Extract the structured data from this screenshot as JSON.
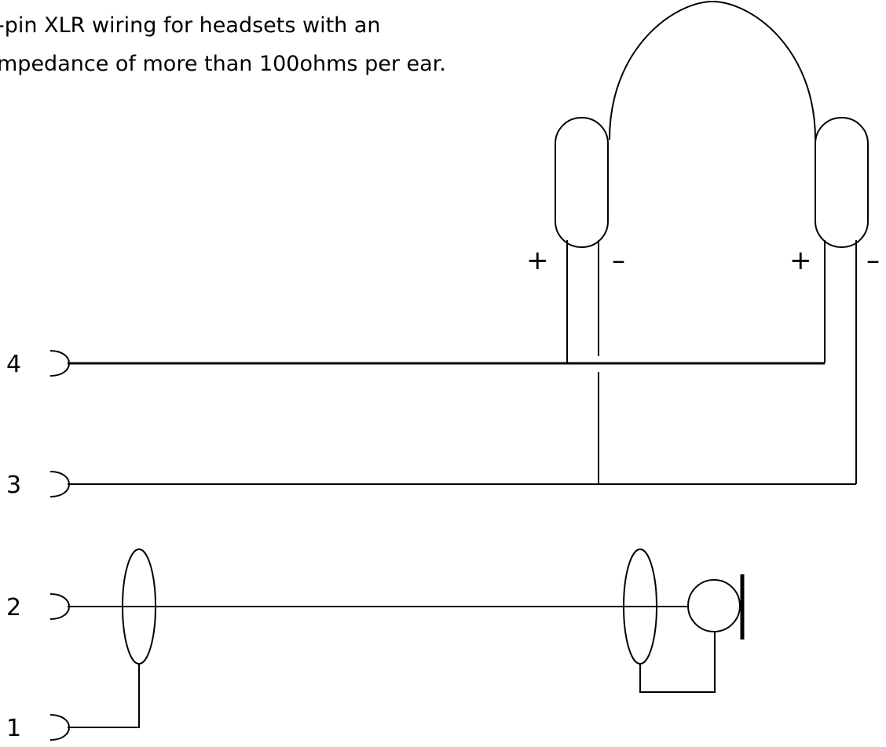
{
  "caption": {
    "line1": "-pin XLR wiring for headsets with an",
    "line2": "mpedance of more than 100ohms per ear."
  },
  "pins": {
    "pin4": "4",
    "pin3": "3",
    "pin2": "2",
    "pin1": "1"
  },
  "polarity": {
    "left_plus": "+",
    "left_minus": "–",
    "right_plus": "+",
    "right_minus": "–"
  },
  "colors": {
    "line": "#000000",
    "background": "#ffffff"
  }
}
